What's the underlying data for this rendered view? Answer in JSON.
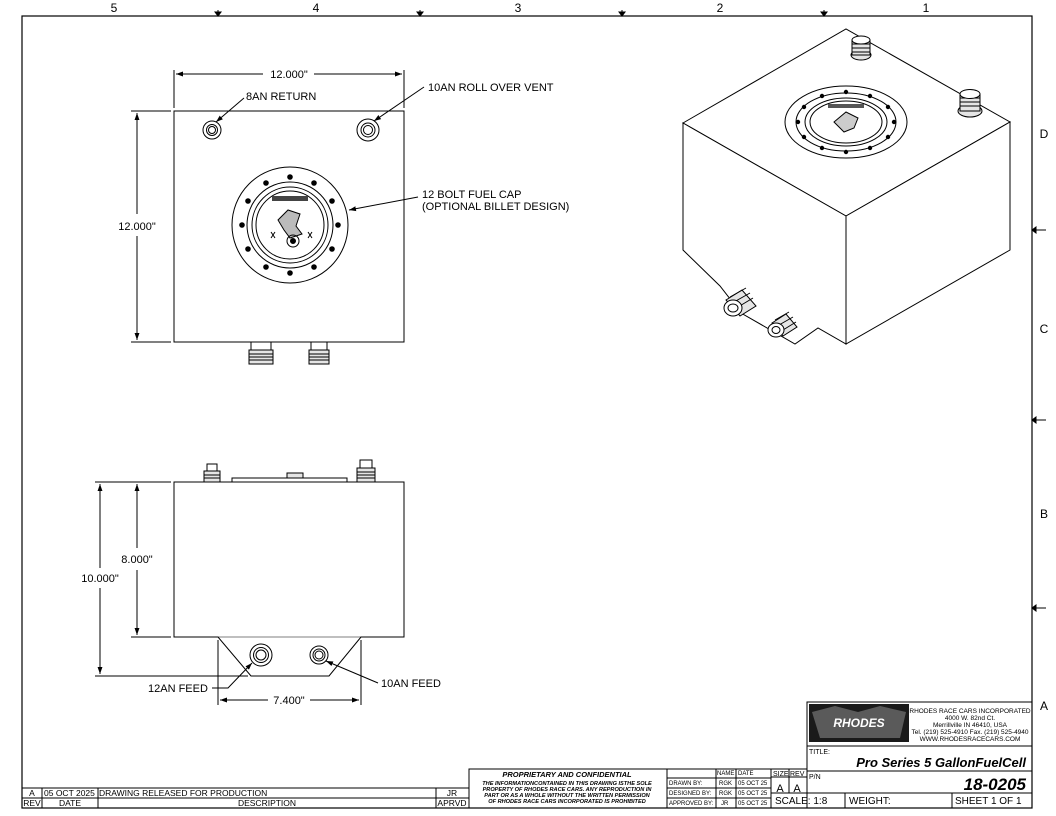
{
  "border": {
    "top_zones": [
      "5",
      "4",
      "3",
      "2",
      "1"
    ],
    "right_zones": [
      "D",
      "C",
      "B",
      "A"
    ]
  },
  "top_view": {
    "width_dim": "12.000\"",
    "height_dim": "12.000\"",
    "callout_return": "8AN RETURN",
    "callout_vent": "10AN ROLL OVER VENT",
    "callout_cap_line1": "12 BOLT FUEL CAP",
    "callout_cap_line2": "(OPTIONAL BILLET DESIGN)"
  },
  "front_view": {
    "body_height_dim": "8.000\"",
    "total_height_dim": "10.000\"",
    "sump_width_dim": "7.400\"",
    "callout_feed_12": "12AN FEED",
    "callout_feed_10": "10AN FEED"
  },
  "company": {
    "logo_text": "RHODES",
    "name": "RHODES RACE CARS INCORPORATED",
    "address1": "4000 W. 82nd Ct.",
    "address2": "Merrillville IN 46410, USA",
    "phone": "Tel. (219) 525-4910 Fax. (219) 525-4940",
    "web": "WWW.RHODESRACECARS.COM"
  },
  "title_block": {
    "title_label": "TITLE:",
    "title": "Pro Series 5 GallonFuelCell",
    "pn_label": "P/N",
    "pn": "18-0205",
    "size_label": "SIZE",
    "size": "A",
    "rev_label": "REV",
    "rev": "A",
    "scale": "SCALE: 1:8",
    "weight": "WEIGHT:",
    "sheet": "SHEET 1 OF 1"
  },
  "approvals": {
    "name_header": "NAME",
    "date_header": "DATE",
    "rows": [
      {
        "role": "DRAWN BY:",
        "name": "RGK",
        "date": "05 OCT 25"
      },
      {
        "role": "DESIGNED BY:",
        "name": "RGK",
        "date": "05 OCT 25"
      },
      {
        "role": "APPROVED BY:",
        "name": "JR",
        "date": "05 OCT 25"
      }
    ]
  },
  "proprietary": {
    "heading": "PROPRIETARY AND CONFIDENTIAL",
    "line1": "THE INFORMATIONCONTAINED IN THIS DRAWING ISTHE SOLE",
    "line2": "PROPERTY OF RHODES RACE CARS. ANY REPRODUCTION IN",
    "line3": "PART OR AS A WHOLE WITHOUT THE WRITTEN PERMISSION",
    "line4": "OF RHODES RACE CARS INCORPORATED IS PROHIBITED"
  },
  "revision": {
    "headers": {
      "rev": "REV",
      "date": "DATE",
      "description": "DESCRIPTION",
      "approved": "APRVD"
    },
    "rows": [
      {
        "rev": "A",
        "date": "05 OCT 2025",
        "description": "DRAWING RELEASED FOR PRODUCTION",
        "approved": "JR"
      }
    ]
  }
}
